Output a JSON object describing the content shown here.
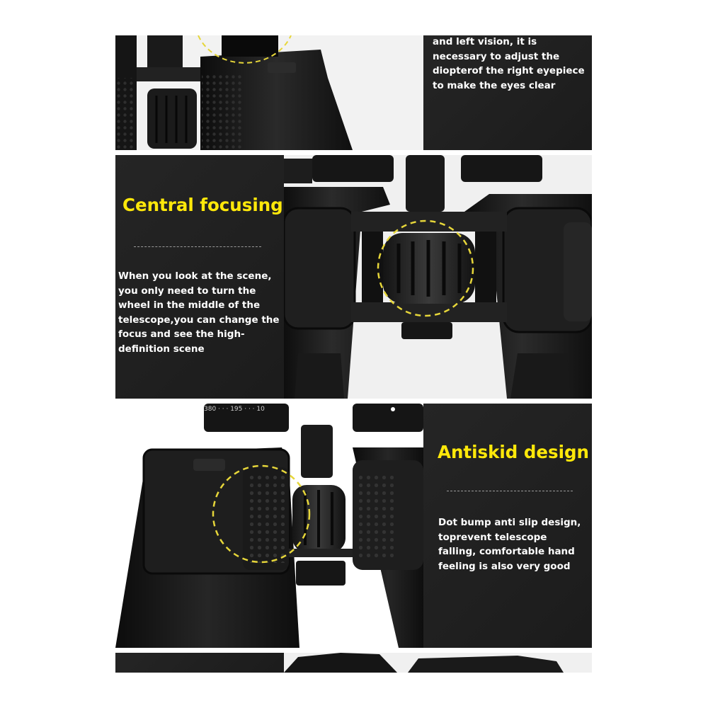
{
  "sections": [
    {
      "body": "and left vision, it is necessary to adjust the diopterof the right eyepiece to make the eyes clear"
    },
    {
      "heading": "Central focusing",
      "body": "When you look at the scene, you only need to turn the wheel in the middle of the telescope,you can change the focus and see the high-definition scene"
    },
    {
      "heading": "Antiskid design",
      "body": "Dot bump anti slip design, toprevent telescope falling, comfortable hand feeling is also very good",
      "scale_label": "380 · · · 195 · · · 10"
    }
  ],
  "colors": {
    "heading": "#ffe80a",
    "highlight_circle": "#e6d63a",
    "panel": "#1e1e1e"
  }
}
